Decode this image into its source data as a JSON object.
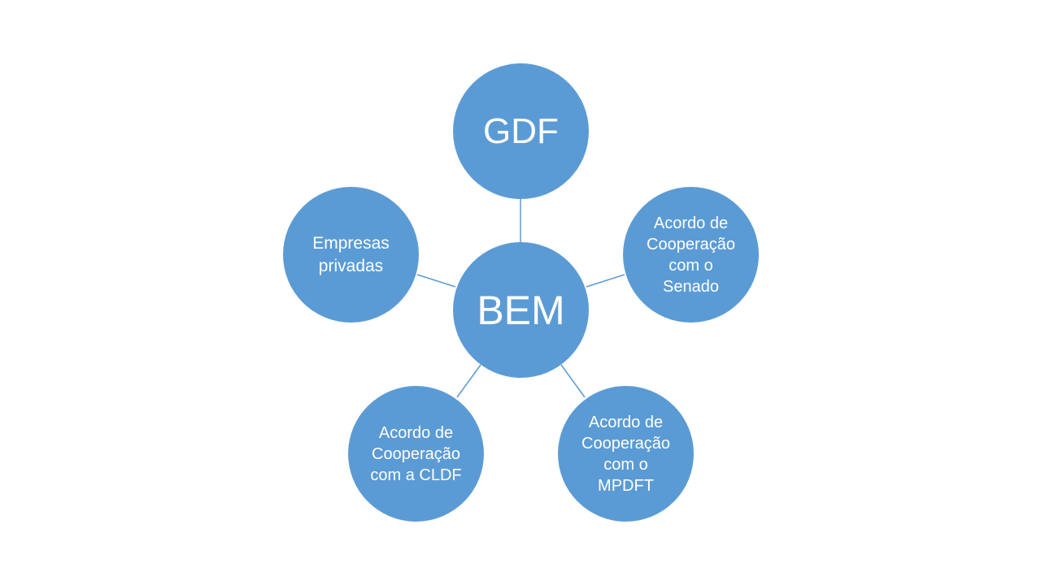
{
  "colors": {
    "node_fill": "#5b9bd5",
    "connector": "#5b9bd5",
    "text": "#ffffff",
    "background": "#ffffff"
  },
  "diagram": {
    "center": {
      "label": "BEM"
    },
    "nodes": [
      {
        "id": "gdf",
        "label": "GDF"
      },
      {
        "id": "senado",
        "label": "Acordo de\nCooperação\ncom o\nSenado"
      },
      {
        "id": "mpdft",
        "label": "Acordo de\nCooperação\ncom o\nMPDFT"
      },
      {
        "id": "cldf",
        "label": "Acordo de\nCooperação\ncom a CLDF"
      },
      {
        "id": "empresas",
        "label": "Empresas\nprivadas"
      }
    ]
  }
}
